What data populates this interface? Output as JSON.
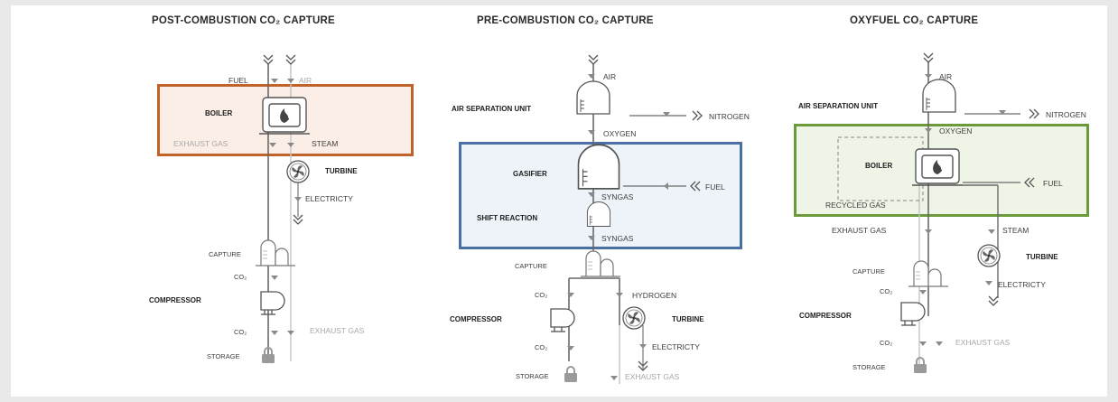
{
  "titles": {
    "post": "POST-COMBUSTION CO₂ CAPTURE",
    "pre": "PRE-COMBUSTION CO₂ CAPTURE",
    "oxy": "OXYFUEL CO₂ CAPTURE"
  },
  "post": {
    "fuel": "FUEL",
    "air": "AIR",
    "boiler": "BOILER",
    "exhaust_gas": "EXHAUST GAS",
    "steam": "STEAM",
    "turbine": "TURBINE",
    "electricty": "ELECTRICTY",
    "capture": "CAPTURE",
    "co2_a": "CO₂",
    "compressor": "COMPRESSOR",
    "co2_b": "CO₂",
    "exhaust_gas_2": "EXHAUST GAS",
    "storage": "STORAGE"
  },
  "pre": {
    "air": "AIR",
    "asu": "AIR SEPARATION UNIT",
    "nitrogen": "NITROGEN",
    "oxygen": "OXYGEN",
    "gasifier": "GASIFIER",
    "fuel": "FUEL",
    "syngas_1": "SYNGAS",
    "shift_reaction": "SHIFT REACTION",
    "syngas_2": "SYNGAS",
    "capture": "CAPTURE",
    "co2_a": "CO₂",
    "hydrogen": "HYDROGEN",
    "compressor": "COMPRESSOR",
    "turbine": "TURBINE",
    "co2_b": "CO₂",
    "electricty": "ELECTRICTY",
    "storage": "STORAGE",
    "exhaust_gas": "EXHAUST GAS"
  },
  "oxy": {
    "air": "AIR",
    "asu": "AIR SEPARATION UNIT",
    "nitrogen": "NITROGEN",
    "oxygen": "OXYGEN",
    "boiler": "BOILER",
    "fuel": "FUEL",
    "recycled_gas": "RECYCLED GAS",
    "exhaust_gas": "EXHAUST GAS",
    "steam": "STEAM",
    "turbine": "TURBINE",
    "capture": "CAPTURE",
    "co2_a": "CO₂",
    "electricty": "ELECTRICTY",
    "compressor": "COMPRESSOR",
    "co2_b": "CO₂",
    "exhaust_gas_2": "EXHAUST GAS",
    "storage": "STORAGE"
  },
  "colors": {
    "boiler_highlight_border": "#c0632a",
    "boiler_highlight_fill": "#fbeee6",
    "gasifier_highlight_border": "#4a6fa5",
    "gasifier_highlight_fill": "#eef3fa",
    "oxy_highlight_border": "#6b9a3a",
    "oxy_highlight_fill": "#eef5e6",
    "line": "#7a7a7a",
    "line_light": "#c4c4c4"
  }
}
